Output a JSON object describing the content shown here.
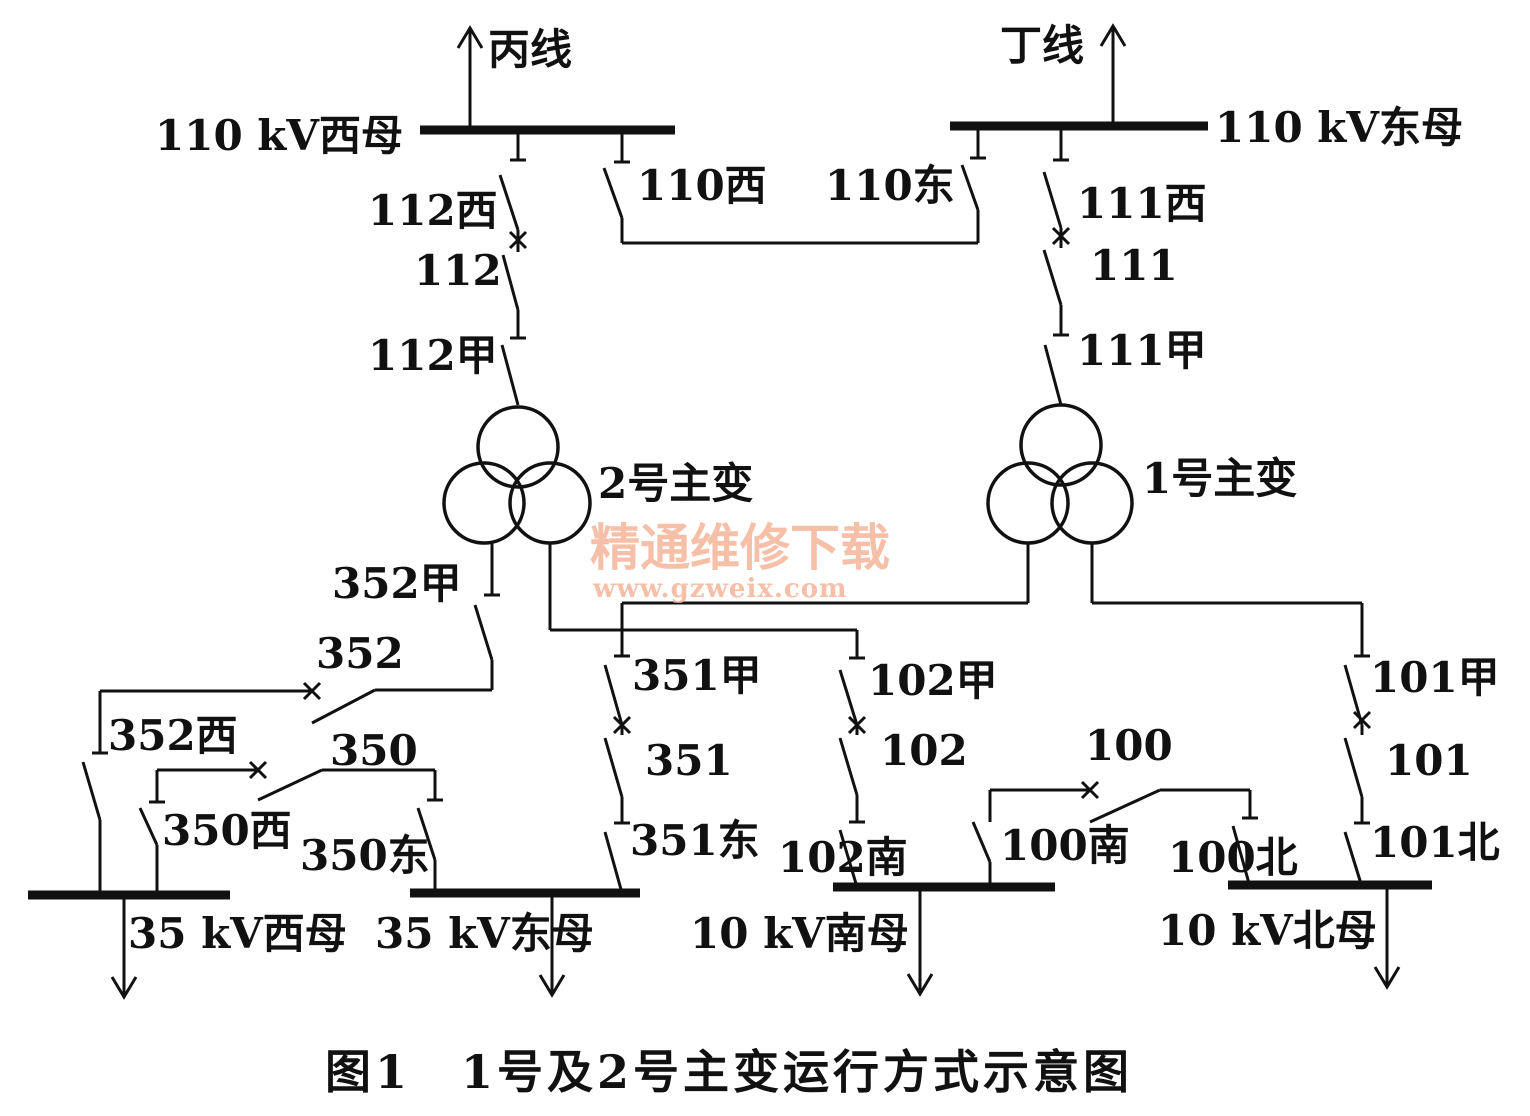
{
  "labels": {
    "line_bing": "丙线",
    "line_ding": "丁线",
    "bus_110_west": "110 kV西母",
    "bus_110_east": "110 kV东母",
    "sw_112_west": "112西",
    "sw_110_west": "110西",
    "sw_110_east": "110东",
    "sw_111_west": "111西",
    "cb_112": "112",
    "cb_111": "111",
    "sw_112_jia": "112甲",
    "sw_111_jia": "111甲",
    "transformer_2": "2号主变",
    "transformer_1": "1号主变",
    "sw_352_jia": "352甲",
    "cb_352": "352",
    "sw_352_west": "352西",
    "cb_350": "350",
    "sw_350_west": "350西",
    "sw_350_east": "350东",
    "sw_351_jia": "351甲",
    "cb_351": "351",
    "sw_351_east": "351东",
    "sw_102_jia": "102甲",
    "cb_102": "102",
    "sw_102_south": "102南",
    "cb_100": "100",
    "sw_100_south": "100南",
    "sw_100_north": "100北",
    "sw_101_jia": "101甲",
    "cb_101": "101",
    "sw_101_north": "101北",
    "bus_35_west": "35 kV西母",
    "bus_35_east": "35 kV东母",
    "bus_10_south": "10 kV南母",
    "bus_10_north": "10 kV北母"
  },
  "watermark": {
    "title": "精通维修下载",
    "url": "www.gzweix.com"
  },
  "caption": "图1　1号及2号主变运行方式示意图"
}
